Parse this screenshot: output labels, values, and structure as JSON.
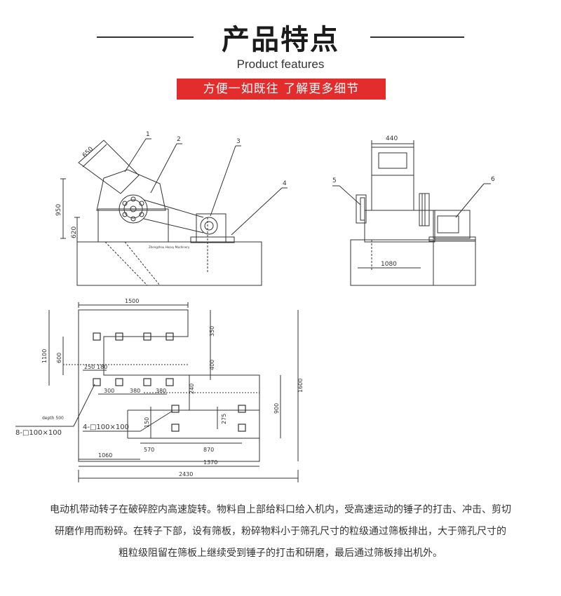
{
  "header": {
    "title": "产品特点",
    "subtitle": "Product features",
    "banner": "方便一如既往  了解更多细节"
  },
  "drawing": {
    "side_view": {
      "callouts": [
        "1",
        "2",
        "3",
        "4"
      ],
      "dims": [
        "950",
        "650",
        "620"
      ],
      "plate_text": "Zhengzhou Heavy Machinery"
    },
    "front_view": {
      "callouts": [
        "5",
        "6"
      ],
      "dims": [
        "440",
        "1080"
      ]
    },
    "foundation_plan": {
      "dims": [
        "1500",
        "350",
        "1100",
        "600",
        "400",
        "250",
        "180",
        "300",
        "380",
        "380",
        "240",
        "1600",
        "900",
        "150",
        "275",
        "570",
        "870",
        "1060",
        "1370",
        "2430"
      ],
      "depth_note": "depth 500",
      "label_8": "8-□100×100",
      "label_4": "4-□100×100"
    }
  },
  "description": [
    "电动机带动转子在破碎腔内高速旋转。物料自上部给料口给入机内，受高速运动的锤子的打击、冲击、剪切",
    "研磨作用而粉碎。在转子下部，设有筛板，粉碎物料小于筛孔尺寸的粒级通过筛板排出，大于筛孔尺寸的",
    "粗粒级阻留在筛板上继续受到锤子的打击和研磨，最后通过筛板排出机外。"
  ]
}
